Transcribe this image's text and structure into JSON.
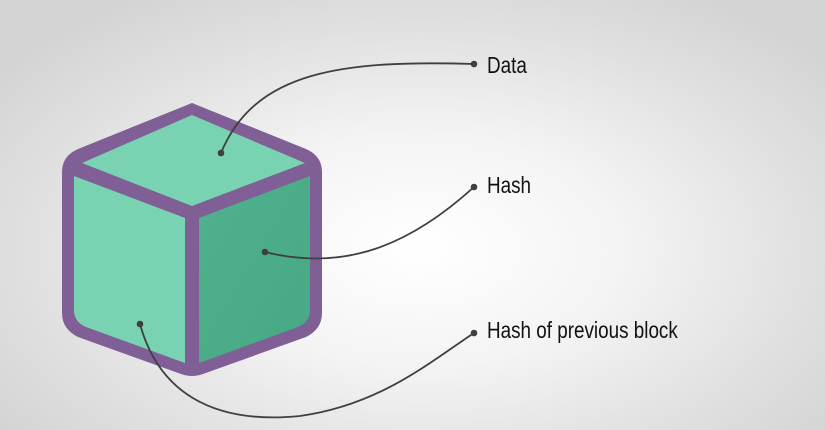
{
  "diagram": {
    "labels": {
      "data": "Data",
      "hash": "Hash",
      "prev_hash": "Hash of previous block"
    }
  },
  "colors": {
    "cube_outline": "#7f5f96",
    "top_face": "#79d3b2",
    "left_face": "#79d3b2",
    "right_face": "#4cad8a",
    "connector": "#3f3f3f",
    "text": "#111111"
  },
  "icons": [
    "cube-icon"
  ]
}
